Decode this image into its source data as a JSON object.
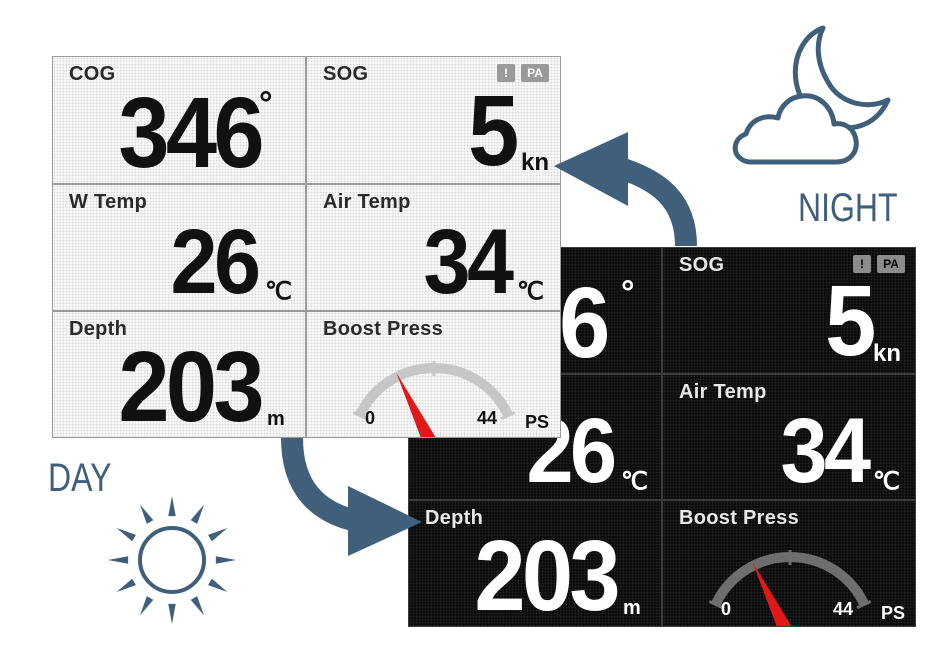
{
  "modes": {
    "day": "DAY",
    "night": "NIGHT"
  },
  "day": {
    "cog": {
      "label": "COG",
      "value": "346",
      "unit": "°"
    },
    "sog": {
      "label": "SOG",
      "value": "5",
      "unit": "kn",
      "badge_alert": "!",
      "badge_pa": "PA"
    },
    "wtemp": {
      "label": "W Temp",
      "value": "26",
      "unit": "℃"
    },
    "airtemp": {
      "label": "Air Temp",
      "value": "34",
      "unit": "℃"
    },
    "depth": {
      "label": "Depth",
      "value": "203",
      "unit": "m"
    },
    "boost": {
      "label": "Boost Press",
      "min": "0",
      "max": "44",
      "unit": "PS",
      "needle_fraction": 0.3
    }
  },
  "night": {
    "cog": {
      "value": "6",
      "unit": "°"
    },
    "sog": {
      "label": "SOG",
      "value": "5",
      "unit": "kn",
      "badge_alert": "!",
      "badge_pa": "PA"
    },
    "wtemp": {
      "value": "26",
      "unit": "℃"
    },
    "airtemp": {
      "label": "Air Temp",
      "value": "34",
      "unit": "℃"
    },
    "depth": {
      "label": "Depth",
      "value": "203",
      "unit": "m"
    },
    "boost": {
      "label": "Boost Press",
      "min": "0",
      "max": "44",
      "unit": "PS",
      "needle_fraction": 0.3
    }
  },
  "colors": {
    "accent": "#3f5f7b",
    "needle": "#e01818",
    "day_cell_bg": "#f7f7f7",
    "night_cell_bg": "#0c0c0c",
    "day_gauge_arc": "#c6c6c6",
    "night_gauge_arc": "#6e6e6e"
  },
  "icons": {
    "day": "sun-icon",
    "night": "moon-cloud-icon",
    "to_night": "curved-arrow-icon",
    "to_day": "curved-arrow-icon"
  }
}
